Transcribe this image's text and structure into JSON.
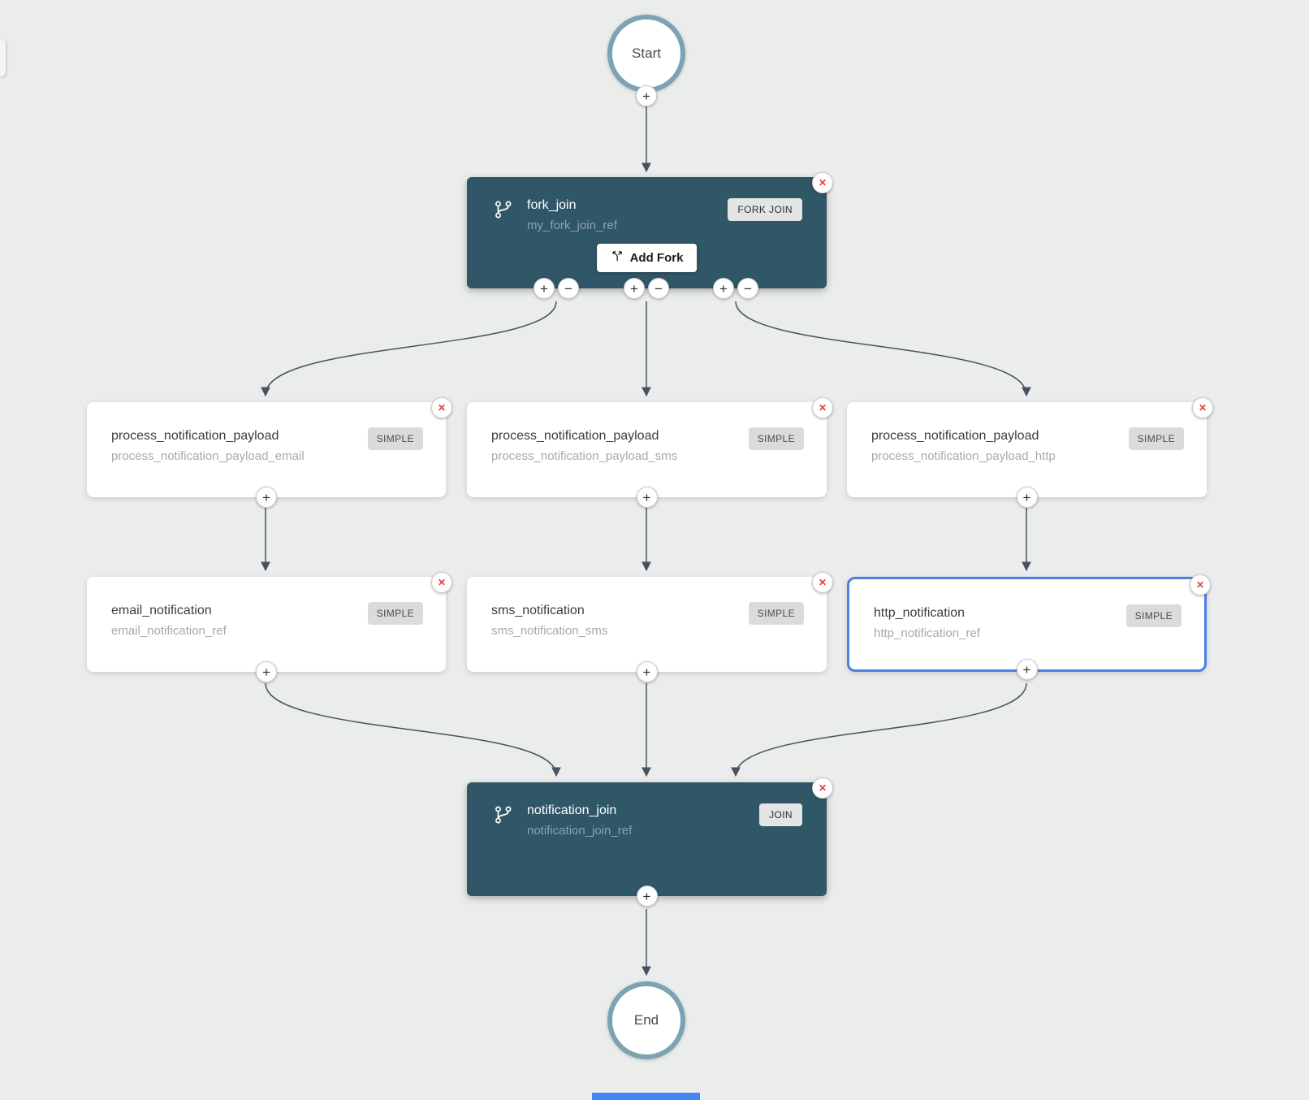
{
  "canvas": {
    "background": "#ebecec"
  },
  "colors": {
    "node_dark": "#305767",
    "selected_border": "#4a80e8",
    "close_red": "#e23c3c",
    "terminal_ring": "#7ca3b1",
    "accent_blue": "#4285f4",
    "arrow": "#47545f"
  },
  "icons": {
    "plus": "+",
    "minus": "−",
    "close": "✕",
    "fork": "fork-icon",
    "add_fork": "call-split-icon"
  },
  "start": {
    "label": "Start"
  },
  "end": {
    "label": "End"
  },
  "fork_node": {
    "title": "fork_join",
    "subtitle": "my_fork_join_ref",
    "type_badge": "FORK JOIN",
    "add_fork_label": "Add Fork"
  },
  "join_node": {
    "title": "notification_join",
    "subtitle": "notification_join_ref",
    "type_badge": "JOIN"
  },
  "tasks": {
    "payload_email": {
      "title": "process_notification_payload",
      "subtitle": "process_notification_payload_email",
      "type_badge": "SIMPLE",
      "selected": false
    },
    "payload_sms": {
      "title": "process_notification_payload",
      "subtitle": "process_notification_payload_sms",
      "type_badge": "SIMPLE",
      "selected": false
    },
    "payload_http": {
      "title": "process_notification_payload",
      "subtitle": "process_notification_payload_http",
      "type_badge": "SIMPLE",
      "selected": false
    },
    "email": {
      "title": "email_notification",
      "subtitle": "email_notification_ref",
      "type_badge": "SIMPLE",
      "selected": false
    },
    "sms": {
      "title": "sms_notification",
      "subtitle": "sms_notification_sms",
      "type_badge": "SIMPLE",
      "selected": false
    },
    "http": {
      "title": "http_notification",
      "subtitle": "http_notification_ref",
      "type_badge": "SIMPLE",
      "selected": true
    }
  }
}
